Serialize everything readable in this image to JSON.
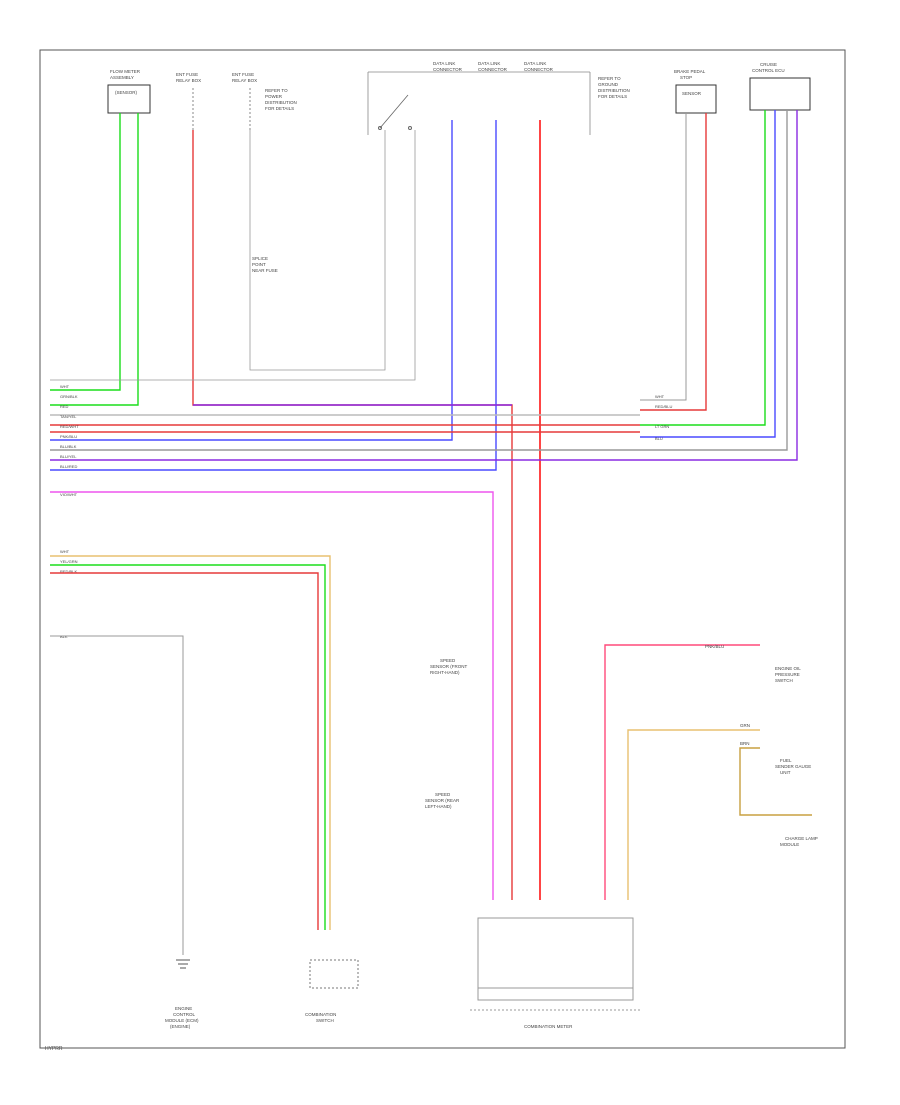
{
  "diagram": {
    "page_id": "HYPRR",
    "component_labels": {
      "top_left_module": [
        "FLOW METER",
        "ASSEMBLY",
        "(SENSOR)"
      ],
      "fuse_a": [
        "ENT FUSE",
        "RELAY BOX"
      ],
      "fuse_b": [
        "ENT FUSE",
        "RELAY BOX"
      ],
      "fuse_note": [
        "REFER TO",
        "POWER",
        "DISTRIBUTION",
        "FOR DETAILS"
      ],
      "top_mid_connectors": [
        "DATA LINK",
        "CONNECTOR",
        "DATA LINK",
        "CONNECTOR",
        "DATA LINK",
        "CONNECTOR"
      ],
      "top_right_note": [
        "REFER TO",
        "GROUND",
        "DISTRIBUTION",
        "FOR DETAILS"
      ],
      "top_right_module": [
        "BRAKE PEDAL",
        "STOP",
        "SENSOR"
      ],
      "far_right_module": [
        "CRUISE",
        "CONTROL ECU"
      ],
      "ground_bottom": [
        "ENGINE",
        "CONTROL",
        "MODULE (ECM)",
        "(ENGINE)"
      ],
      "combo_switch": [
        "COMBINATION",
        "SWITCH"
      ],
      "combo_meter": "COMBINATION METER",
      "mid_label_a": [
        "SPEED",
        "SENSOR (FRONT",
        "RIGHT-HAND)"
      ],
      "mid_label_b": [
        "SPEED",
        "SENSOR (REAR",
        "LEFT-HAND)"
      ],
      "right_label_a": [
        "ENGINE OIL",
        "PRESSURE",
        "SWITCH"
      ],
      "right_label_b": [
        "FUEL",
        "SENDER GAUGE",
        "UNIT"
      ],
      "right_label_c": [
        "CHARGE LAMP",
        "MODULE"
      ],
      "splice_note": [
        "SPLICE",
        "POINT",
        "NEAR FUSE"
      ]
    },
    "wire_labels": {
      "bus_left": [
        "WHT",
        "GRN/BLK",
        "RED",
        "TAN/YEL",
        "RED/WHT",
        "PNK/BLU",
        "BLU/BLK",
        "BLU/YEL",
        "BLU/RED",
        "VIO/WHT",
        "WHT",
        "YEL/GRN",
        "RED/BLK",
        "BLK"
      ],
      "bus_right": [
        "WHT",
        "RED/BLU",
        "LT GRN",
        "BLU"
      ],
      "right_runs": [
        "PNK/BLU",
        "GRN",
        "BRN"
      ]
    }
  }
}
